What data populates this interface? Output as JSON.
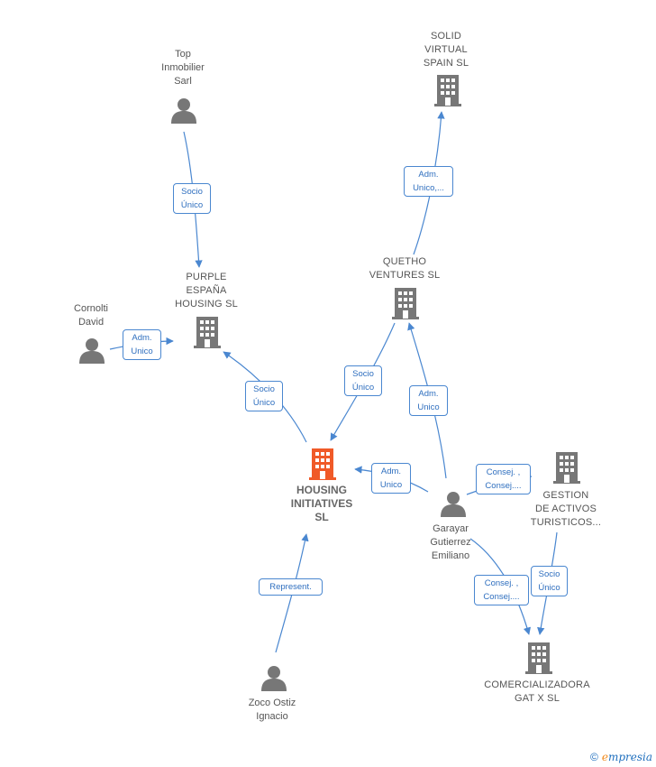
{
  "nodes": {
    "top_inmobilier": {
      "label": "Top\nInmobilier\nSarl",
      "kind": "person"
    },
    "solid_virtual": {
      "label": "SOLID\nVIRTUAL\nSPAIN  SL",
      "kind": "company"
    },
    "purple": {
      "label": "PURPLE\nESPAÑA\nHOUSING  SL",
      "kind": "company"
    },
    "cornolti": {
      "label": "Cornolti\nDavid",
      "kind": "person"
    },
    "quetho": {
      "label": "QUETHO\nVENTURES SL",
      "kind": "company"
    },
    "housing": {
      "label": "HOUSING\nINITIATIVES\nSL",
      "kind": "company-focus"
    },
    "garayar": {
      "label": "Garayar\nGutierrez\nEmiliano",
      "kind": "person"
    },
    "gestion": {
      "label": "GESTION\nDE ACTIVOS\nTURISTICOS...",
      "kind": "company"
    },
    "comercializadora": {
      "label": "COMERCIALIZADORA\nGAT X  SL",
      "kind": "company"
    },
    "zoco": {
      "label": "Zoco Ostiz\nIgnacio",
      "kind": "person"
    }
  },
  "edges": [
    {
      "label": "Socio\nÚnico",
      "from": "top_inmobilier",
      "to": "purple"
    },
    {
      "label": "Adm.\nUnico,...",
      "from": "quetho",
      "to": "solid_virtual"
    },
    {
      "label": "Adm.\nUnico",
      "from": "cornolti",
      "to": "purple"
    },
    {
      "label": "Socio\nÚnico",
      "from": "housing",
      "to": "purple"
    },
    {
      "label": "Socio\nÚnico",
      "from": "quetho",
      "to": "housing"
    },
    {
      "label": "Adm.\nUnico",
      "from": "garayar",
      "to": "quetho"
    },
    {
      "label": "Adm.\nUnico",
      "from": "garayar",
      "to": "housing"
    },
    {
      "label": "Consej. ,\nConsej....",
      "from": "garayar",
      "to": "gestion"
    },
    {
      "label": "Consej. ,\nConsej....",
      "from": "garayar",
      "to": "comercializadora"
    },
    {
      "label": "Socio\nÚnico",
      "from": "gestion",
      "to": "comercializadora"
    },
    {
      "label": "Represent.",
      "from": "zoco",
      "to": "housing"
    }
  ],
  "colors": {
    "edge": "#4a87d0",
    "icon": "#777777",
    "focus_icon": "#f05a28",
    "label": "#555555"
  },
  "footer": {
    "copyright": "©",
    "brand_initial": "e",
    "brand_rest": "mpresia"
  }
}
